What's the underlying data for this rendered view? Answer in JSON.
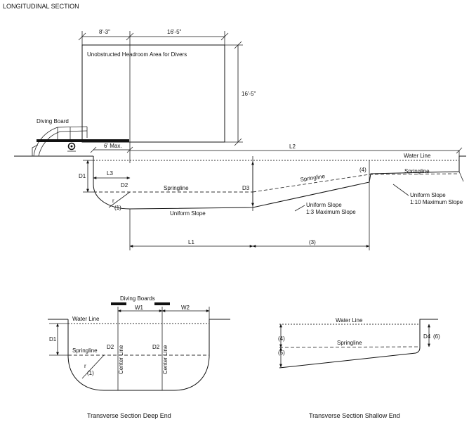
{
  "title": "LONGITUDINAL SECTION",
  "long": {
    "dim_8_3": "8'-3\"",
    "dim_16_5_top": "16'-5\"",
    "dim_16_5_right": "16'-5\"",
    "headroom": "Unobstructed Headroom Area for Divers",
    "diving_board": "Diving Board",
    "six_max": "6' Max.",
    "l2": "L2",
    "water_line": "Water Line",
    "d1": "D1",
    "l3": "L3",
    "d2": "D2",
    "d3": "D3",
    "springline_left": "Springline",
    "springline_mid": "Springline",
    "springline_right": "Springline",
    "n4": "(4)",
    "r": "r",
    "n1": "(1)",
    "uniform_slope": "Uniform Slope",
    "slope13_a": "Uniform Slope",
    "slope13_b": "1:3 Maximum Slope",
    "slope110_a": "Uniform Slope",
    "slope110_b": "1:10 Maximum Slope",
    "l1": "L1",
    "n3": "(3)"
  },
  "deep": {
    "diving_boards": "Diving Boards",
    "w1": "W1",
    "w2": "W2",
    "water_line": "Water Line",
    "d1": "D1",
    "springline": "Springline",
    "d2_left": "D2",
    "d2_right": "D2",
    "center_line_left": "Center Line",
    "center_line_right": "Center Line",
    "r": "r",
    "n1": "(1)",
    "caption": "Transverse Section Deep End"
  },
  "shallow": {
    "water_line": "Water Line",
    "springline": "Springline",
    "n4": "(4)",
    "n5": "(5)",
    "d4": "D4",
    "n6": "(6)",
    "caption": "Transverse Section Shallow End"
  }
}
